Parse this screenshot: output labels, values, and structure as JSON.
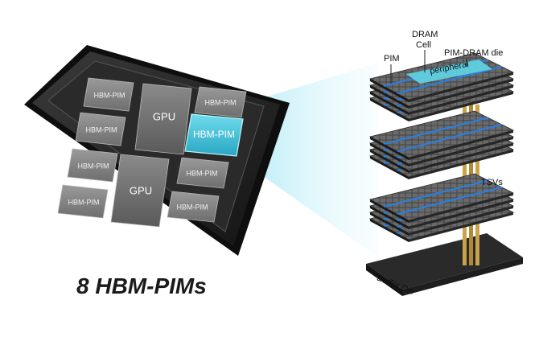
{
  "package": {
    "gpus": [
      "GPU",
      "GPU"
    ],
    "hbm_modules": [
      "HBM-PIM",
      "HBM-PIM",
      "HBM-PIM",
      "HBM-PIM",
      "HBM-PIM",
      "HBM-PIM",
      "HBM-PIM",
      "HBM-PIM"
    ],
    "highlighted_module": "HBM-PIM",
    "caption": "8 HBM-PIMs"
  },
  "stack": {
    "labels": {
      "pim": "PIM",
      "dram_cell_line1": "DRAM",
      "dram_cell_line2": "Cell",
      "pim_dram_die": "PIM-DRAM die",
      "peripheral": "peripheral",
      "tsvs": "TSVs",
      "buffer_die": "Buffer Die"
    }
  },
  "colors": {
    "pim_blue": "#2a7fe0",
    "highlight_cyan": "#5fd6e8",
    "beam_cyan": "#9de6f2",
    "tsv_gold": "#c9a24a"
  }
}
